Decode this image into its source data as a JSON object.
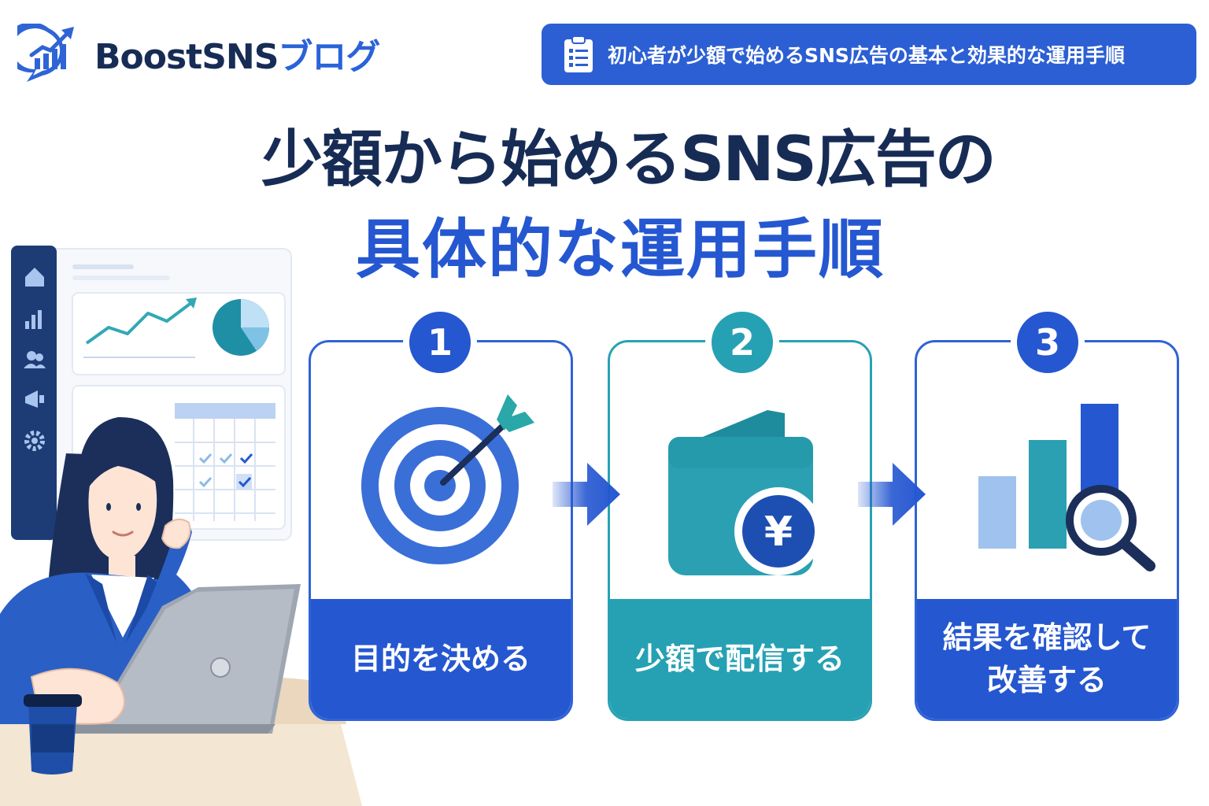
{
  "brand": {
    "name_part1": "BoostSNS",
    "name_part2": "ブログ"
  },
  "topic": {
    "text": "初心者が少額で始めるSNS広告の基本と効果的な運用手順"
  },
  "headline": {
    "line1": "少額から始めるSNS広告の",
    "line2": "具体的な運用手順"
  },
  "steps": [
    {
      "number": "1",
      "label_line1": "目的を決める",
      "label_line2": "",
      "icon": "target-icon"
    },
    {
      "number": "2",
      "label_line1": "少額で配信する",
      "label_line2": "",
      "icon": "wallet-yen-icon"
    },
    {
      "number": "3",
      "label_line1": "結果を確認して",
      "label_line2": "改善する",
      "icon": "chart-magnifier-icon"
    }
  ],
  "colors": {
    "navy": "#172c55",
    "blue": "#2557d1",
    "teal": "#26a1b3",
    "light_blue": "#9fc3ee"
  }
}
